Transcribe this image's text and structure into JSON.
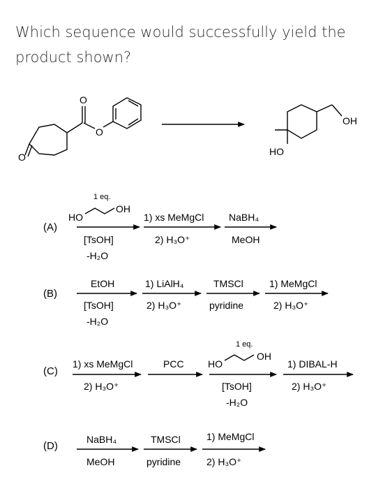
{
  "question": "Which sequence would successfully yield the product shown?",
  "reaction": {
    "start_o_ketone": "O",
    "start_o_carbonyl": "O",
    "start_o_ester": "O",
    "product_oh_right": "OH",
    "product_ho_bottom": "HO"
  },
  "options": {
    "A": {
      "label": "(A)",
      "diol_small": "1 eq.",
      "diol_ho": "HO",
      "diol_oh": "OH",
      "step1_below": "[TsOH]",
      "step1_below2": "-H₂O",
      "step2_above": "1) xs MeMgCl",
      "step2_below": "2) H₃O⁺",
      "step3_above": "NaBH₄",
      "step3_below": "MeOH"
    },
    "B": {
      "label": "(B)",
      "step1_above": "EtOH",
      "step1_below": "[TsOH]",
      "step1_below2": "-H₂O",
      "step2_above": "1) LiAlH₄",
      "step2_below": "2) H₃O⁺",
      "step3_above": "TMSCl",
      "step3_below": "pyridine",
      "step4_above": "1) MeMgCl",
      "step4_below": "2) H₃O⁺"
    },
    "C": {
      "label": "(C)",
      "step1_above": "1) xs MeMgCl",
      "step1_below": "2) H₃O⁺",
      "step2_above": "PCC",
      "diol_small": "1 eq.",
      "diol_ho": "HO",
      "diol_oh": "OH",
      "step3_below": "[TsOH]",
      "step3_below2": "-H₂O",
      "step4_above": "1) DIBAL-H",
      "step4_below": "2) H₃O⁺"
    },
    "D": {
      "label": "(D)",
      "step1_above": "NaBH₄",
      "step1_below": "MeOH",
      "step2_above": "TMSCl",
      "step2_below": "pyridine",
      "step3_above": "1) MeMgCl",
      "step3_below": "2) H₃O⁺"
    }
  }
}
